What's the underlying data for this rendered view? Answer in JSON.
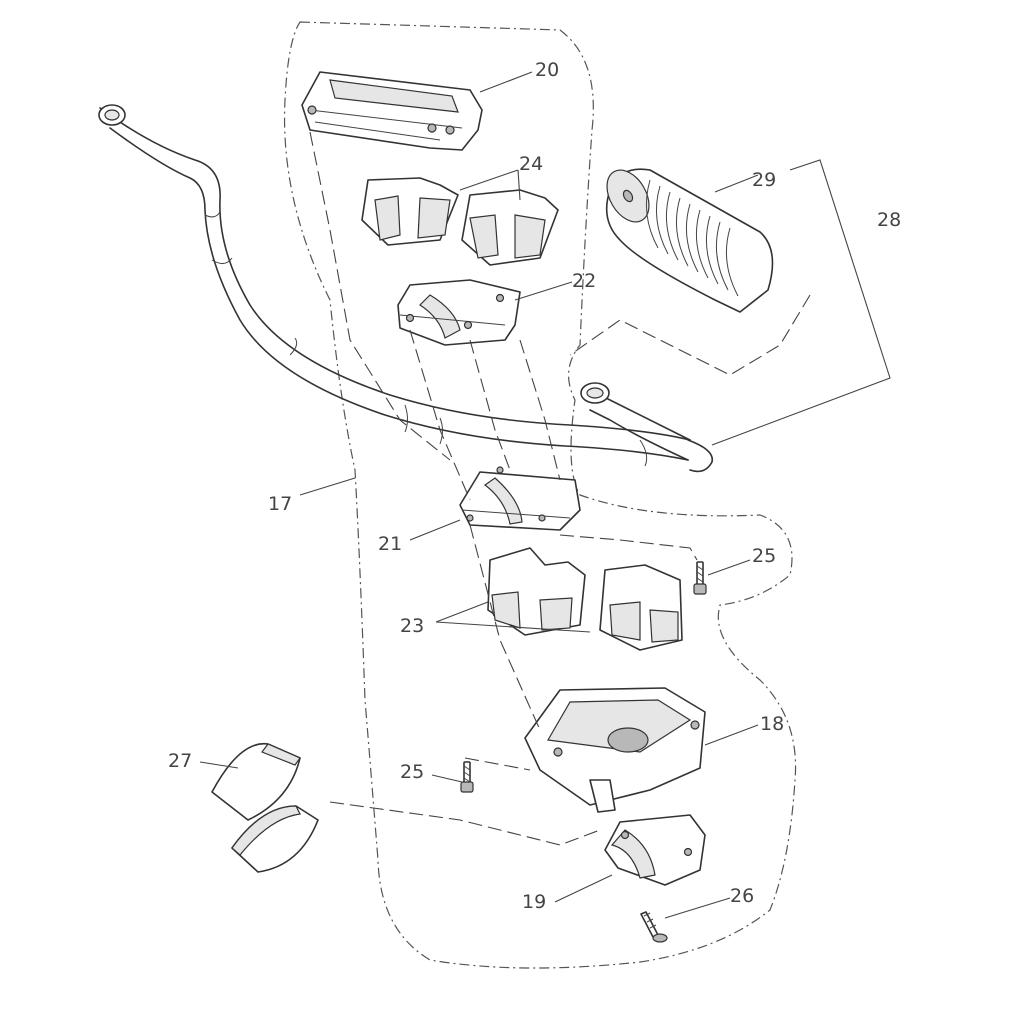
{
  "callouts": {
    "c17": "17",
    "c18": "18",
    "c19": "19",
    "c20": "20",
    "c21": "21",
    "c22": "22",
    "c23": "23",
    "c24": "24",
    "c25a": "25",
    "c25b": "25",
    "c26": "26",
    "c27": "27",
    "c28": "28",
    "c29": "29"
  }
}
